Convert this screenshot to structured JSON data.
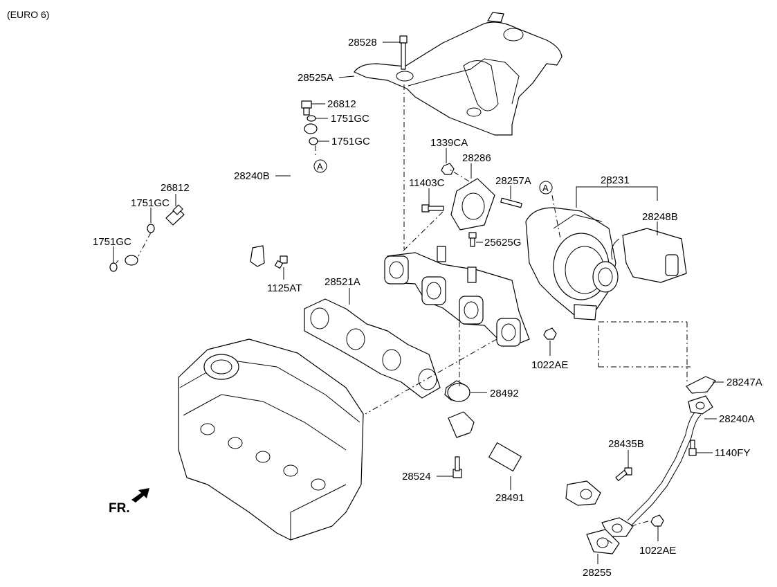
{
  "header": {
    "note": "(EURO 6)"
  },
  "orientation": {
    "label": "FR."
  },
  "reference_marker": "A",
  "callouts": {
    "c28528": "28528",
    "c28525A": "28525A",
    "c26812a": "26812",
    "c1751GCa": "1751GC",
    "c1751GCb": "1751GC",
    "c28240B": "28240B",
    "c26812b": "26812",
    "c1751GCc": "1751GC",
    "c1751GCd": "1751GC",
    "c1125AT": "1125AT",
    "c1339CA": "1339CA",
    "c28286": "28286",
    "c11403C": "11403C",
    "c28257A": "28257A",
    "c28231": "28231",
    "c28248B": "28248B",
    "c25625G": "25625G",
    "c28521A": "28521A",
    "c1022AEa": "1022AE",
    "c28492": "28492",
    "c28247A": "28247A",
    "c28240A": "28240A",
    "c1140FY": "1140FY",
    "c28435B": "28435B",
    "c28524": "28524",
    "c28491": "28491",
    "c1022AEb": "1022AE",
    "c28255": "28255"
  }
}
